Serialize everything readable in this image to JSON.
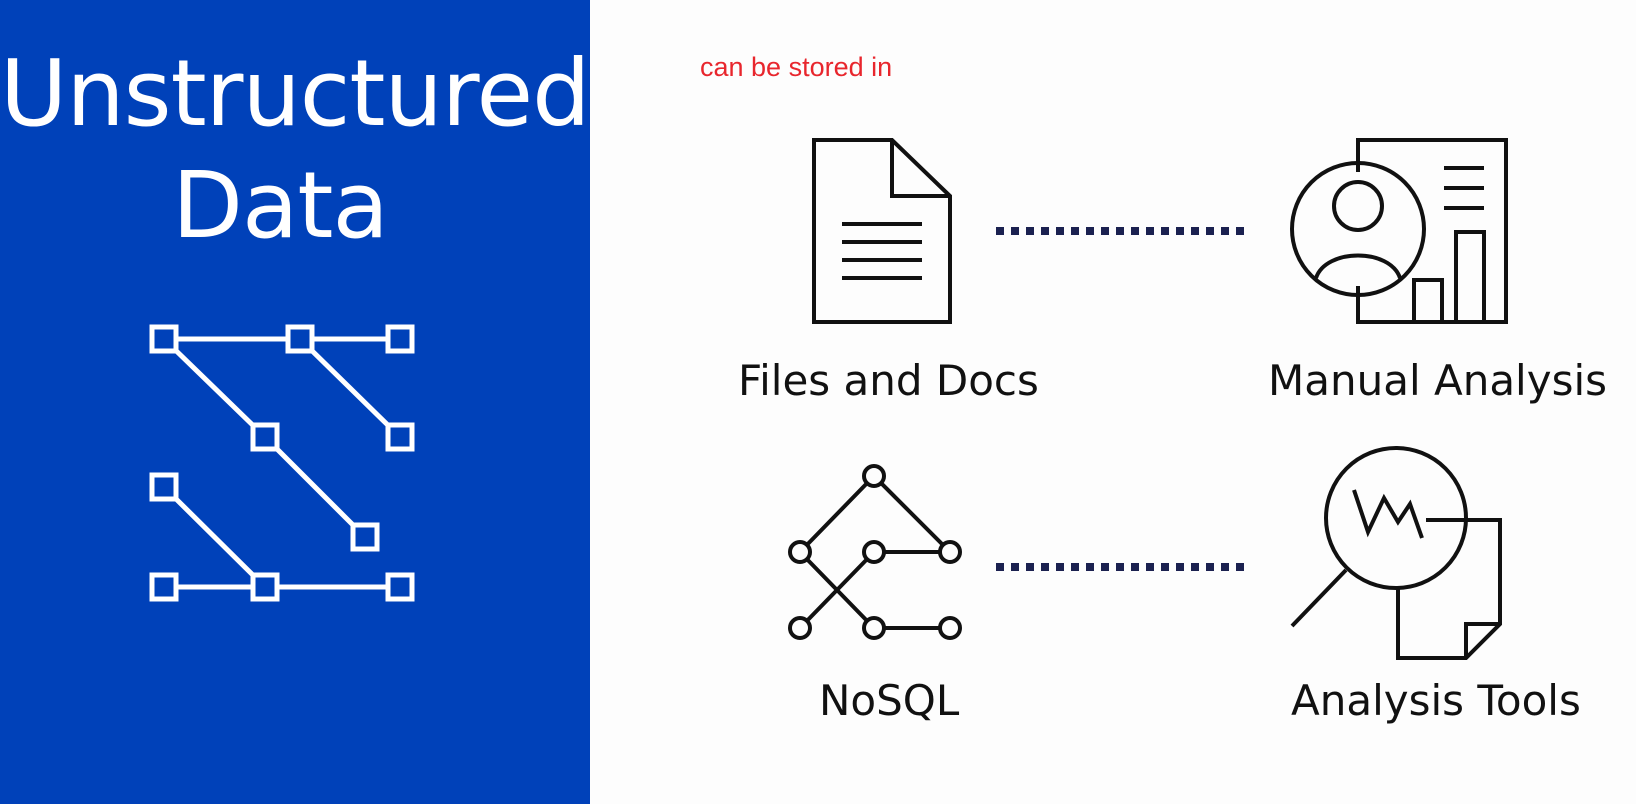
{
  "title": {
    "line1": "Unstructured",
    "line2": "Data"
  },
  "annotation": "can be stored in",
  "storage": [
    {
      "label": "Files and Docs",
      "icon": "document-icon"
    },
    {
      "label": "NoSQL",
      "icon": "nosql-graph-icon"
    }
  ],
  "analysis": [
    {
      "label": "Manual Analysis",
      "icon": "manual-analysis-icon"
    },
    {
      "label": "Analysis Tools",
      "icon": "analysis-tools-icon"
    }
  ],
  "colors": {
    "panel": "#0041b9",
    "annotation": "#e8262d",
    "connector": "#1b2150",
    "ink": "#111111"
  }
}
